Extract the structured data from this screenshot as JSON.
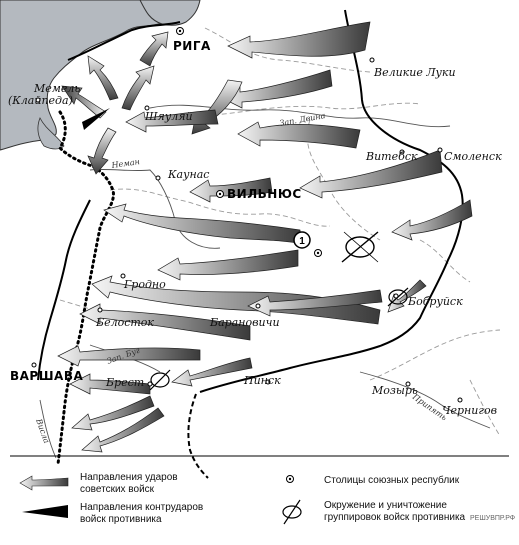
{
  "cities": {
    "riga": "РИГА",
    "velikie_luki": "Великие Луки",
    "memel": "Мемель",
    "klaipeda": "(Клайпеда)",
    "shyaulyay": "Шяуляй",
    "vitebsk": "Витебск",
    "smolensk": "Смоленск",
    "kaunas": "Каунас",
    "vilnius": "ВИЛЬНЮС",
    "grodno": "Гродно",
    "bobruysk": "Бобруйск",
    "belostok": "Белосток",
    "baranovichi": "Барановичи",
    "varshava": "ВАРШАВА",
    "brest": "Брест",
    "pinsk": "Пинск",
    "mozyr": "Мозырь",
    "chernigov": "Чернигов"
  },
  "rivers": {
    "zap_dvina": "Зап. Двина",
    "neman": "Неман",
    "zap_bug": "Зап. Буг",
    "visla": "Висла",
    "pripyat": "Припять"
  },
  "marker_label": "1",
  "legend": {
    "soviet_strikes": [
      "Направления ударов",
      "советских войск"
    ],
    "enemy_counter": [
      "Направления контрударов",
      "войск противника"
    ],
    "capitals": "Столицы союзных республик",
    "encirclement": [
      "Окружение и уничтожение",
      "группировок войск противника"
    ]
  },
  "watermark": "РЕШУВПР.РФ",
  "colors": {
    "sea": "#b4b9bf",
    "arrow_dark": "#3a3a3a",
    "arrow_light": "#f2f2f2",
    "line": "#000000",
    "border_dashed": "#9a9a9a"
  },
  "icons": {
    "soviet_arrow": "gradient-arrow-icon",
    "enemy_arrow": "black-wedge-icon",
    "capital": "dot-in-circle-icon",
    "encirclement": "crossed-oval-icon"
  }
}
